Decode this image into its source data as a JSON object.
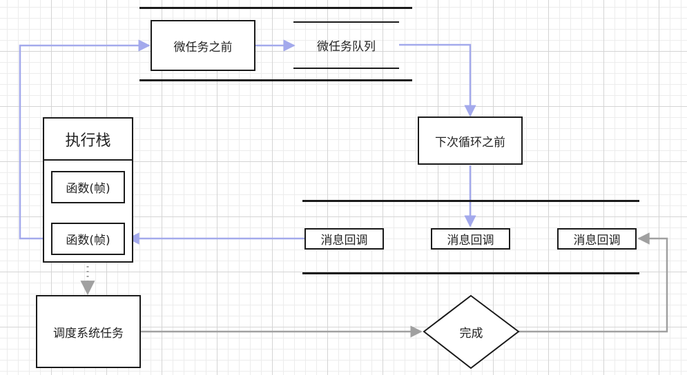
{
  "colors": {
    "flow_arrow": "#a3a9ec",
    "system_arrow": "#a0a0a0"
  },
  "microtask": {
    "before_label": "微任务之前",
    "queue_label": "微任务队列"
  },
  "next_loop_label": "下次循环之前",
  "call_stack": {
    "title": "执行栈",
    "frames": [
      "函数(帧)",
      "函数(帧)"
    ]
  },
  "message_queue": {
    "items": [
      "消息回调",
      "消息回调",
      "消息回调"
    ]
  },
  "scheduler_label": "调度系统任务",
  "done_label": "完成"
}
